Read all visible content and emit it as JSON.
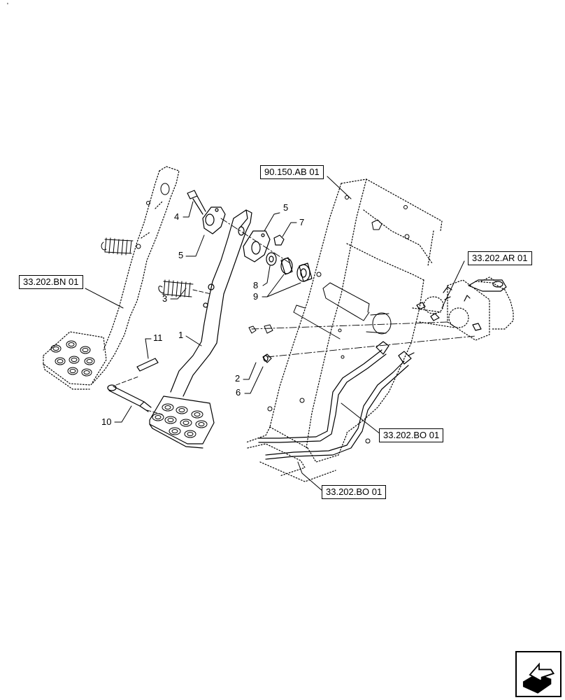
{
  "reference_labels": {
    "ref_90_150_ab": "90.150.AB 01",
    "ref_33_202_bn": "33.202.BN 01",
    "ref_33_202_ar": "33.202.AR 01",
    "ref_33_202_bo_upper": "33.202.BO 01",
    "ref_33_202_bo_lower": "33.202.BO 01"
  },
  "callouts": {
    "c1": "1",
    "c2": "2",
    "c3": "3",
    "c4": "4",
    "c5a": "5",
    "c5b": "5",
    "c6": "6",
    "c7": "7",
    "c8": "8",
    "c9": "9",
    "c10": "10",
    "c11": "11"
  },
  "corner_mark": "'",
  "colors": {
    "line": "#000000",
    "background": "#ffffff"
  },
  "icons": {
    "navigation": "arrow-box-icon"
  }
}
